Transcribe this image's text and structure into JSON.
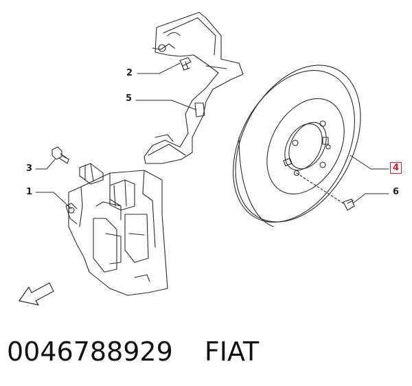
{
  "callouts": {
    "c1": "1",
    "c2": "2",
    "c3": "3",
    "c4": "4",
    "c5": "5",
    "c6": "6"
  },
  "colors": {
    "line": "#2a2a2a",
    "highlight": "#c8232c",
    "background": "#ffffff"
  },
  "footer": {
    "part_number": "0046788929",
    "brand": "FIAT"
  }
}
